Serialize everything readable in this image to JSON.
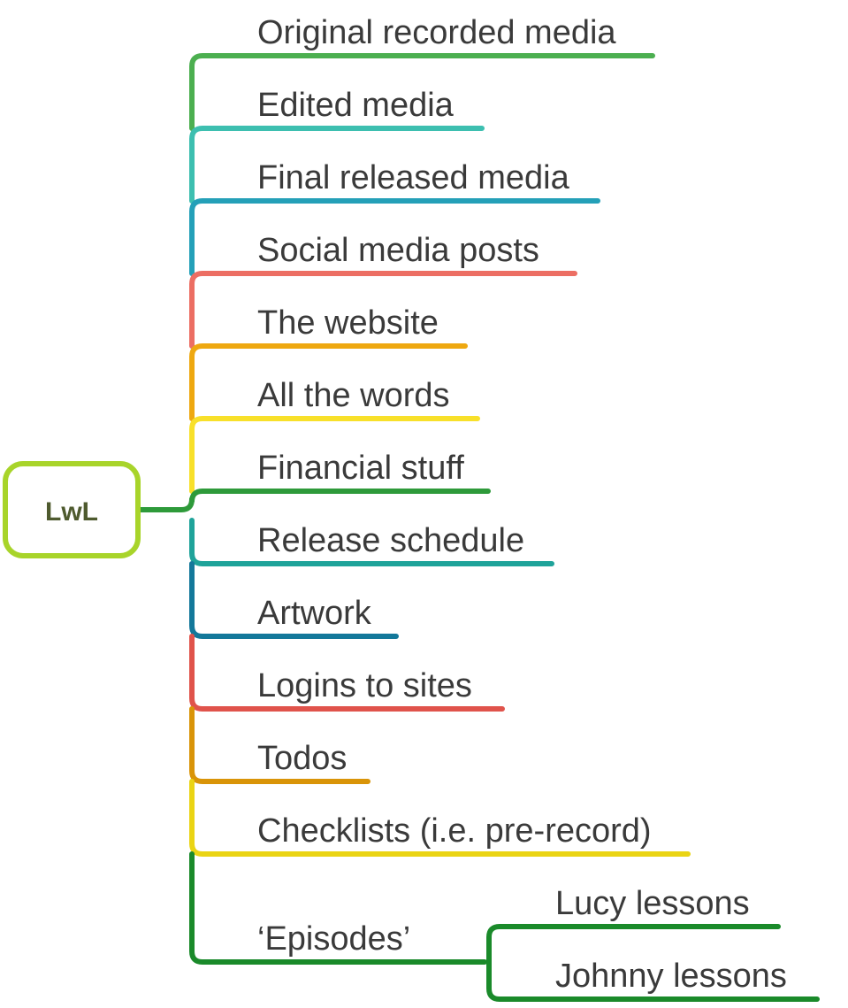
{
  "root": {
    "label": "LwL",
    "color": "#a8d42a",
    "text_color": "#4e5a2e"
  },
  "branches": [
    {
      "label": "Original recorded media",
      "color": "#4caf50"
    },
    {
      "label": "Edited media",
      "color": "#3dbfb0"
    },
    {
      "label": "Final released media",
      "color": "#24a0b8"
    },
    {
      "label": "Social media posts",
      "color": "#ec6e63"
    },
    {
      "label": "The website",
      "color": "#eea810"
    },
    {
      "label": "All the words",
      "color": "#f8e02a"
    },
    {
      "label": "Financial stuff",
      "color": "#2e9a3a"
    },
    {
      "label": "Release schedule",
      "color": "#1fa39a"
    },
    {
      "label": "Artwork",
      "color": "#13789a"
    },
    {
      "label": "Logins to sites",
      "color": "#e0534b"
    },
    {
      "label": "Todos",
      "color": "#d99408"
    },
    {
      "label": "Checklists (i.e. pre-record)",
      "color": "#ead414"
    },
    {
      "label": "‘Episodes’",
      "color": "#1a8a2a",
      "children": [
        {
          "label": "Lucy lessons"
        },
        {
          "label": "Johnny lessons"
        }
      ]
    }
  ]
}
